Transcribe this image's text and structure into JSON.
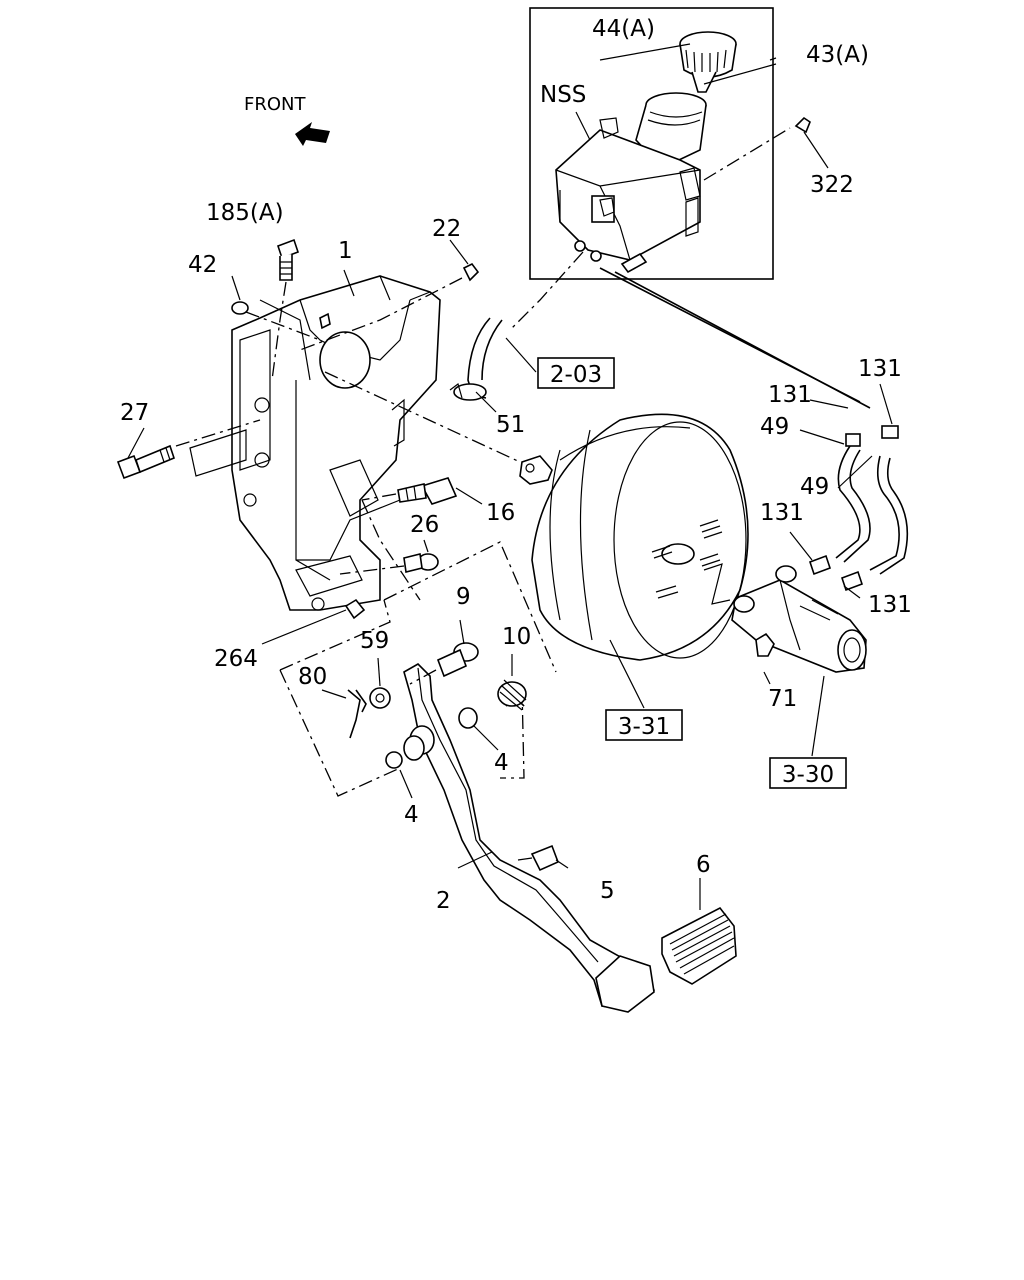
{
  "diagram": {
    "front_label": "FRONT",
    "callouts": {
      "c1": "1",
      "c2": "2",
      "c4a": "4",
      "c4b": "4",
      "c5": "5",
      "c6": "6",
      "c9": "9",
      "c10": "10",
      "c16": "16",
      "c22": "22",
      "c26": "26",
      "c27": "27",
      "c42": "42",
      "c43a": "43(A)",
      "c44a": "44(A)",
      "c49a": "49",
      "c49b": "49",
      "c51": "51",
      "c59": "59",
      "c71": "71",
      "c80": "80",
      "c131a": "131",
      "c131b": "131",
      "c131c": "131",
      "c131d": "131",
      "c185a": "185(A)",
      "c264": "264",
      "c322": "322",
      "nss": "NSS"
    },
    "references": {
      "r203": "2-03",
      "r331": "3-31",
      "r330": "3-30"
    }
  }
}
